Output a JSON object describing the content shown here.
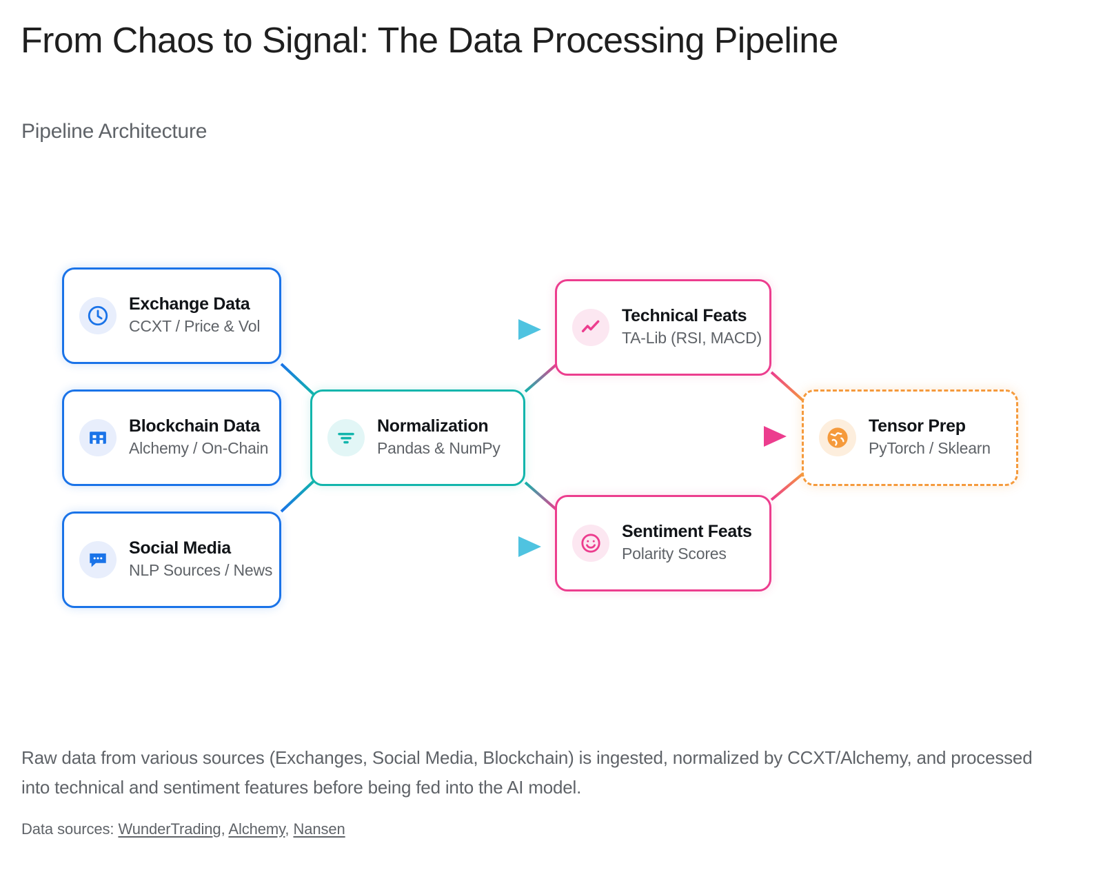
{
  "header": {
    "title": "From Chaos to Signal: The Data Processing Pipeline",
    "subtitle": "Pipeline Architecture"
  },
  "diagram": {
    "nodes": {
      "exchange": {
        "label": "Exchange Data",
        "sub": "CCXT / Price & Vol",
        "icon": "clock-icon",
        "color": "#1a73e8"
      },
      "blockchain": {
        "label": "Blockchain Data",
        "sub": "Alchemy / On-Chain",
        "icon": "building-icon",
        "color": "#1a73e8"
      },
      "social": {
        "label": "Social Media",
        "sub": "NLP Sources / News",
        "icon": "chat-bubble-icon",
        "color": "#1a73e8"
      },
      "normalize": {
        "label": "Normalization",
        "sub": "Pandas & NumPy",
        "icon": "filter-icon",
        "color": "#12b5ac"
      },
      "technical": {
        "label": "Technical Feats",
        "sub": "TA-Lib (RSI, MACD)",
        "icon": "trending-up-icon",
        "color": "#ec3d8e"
      },
      "sentiment": {
        "label": "Sentiment Feats",
        "sub": "Polarity Scores",
        "icon": "smiley-face-icon",
        "color": "#ec3d8e"
      },
      "tensor": {
        "label": "Tensor Prep",
        "sub": "PyTorch / Sklearn",
        "icon": "globe-icon",
        "color": "#f59a3c"
      }
    },
    "arrow_markers": [
      {
        "name": "arrow-to-technical",
        "color": "#4fc3e0"
      },
      {
        "name": "arrow-to-sentiment",
        "color": "#4fc3e0"
      },
      {
        "name": "arrow-to-tensor",
        "color": "#ec3d8e"
      }
    ]
  },
  "footer": {
    "caption": "Raw data from various sources (Exchanges, Social Media, Blockchain) is ingested, normalized by CCXT/Alchemy, and processed into technical and sentiment features before being fed into the AI model.",
    "sources_label": "Data sources: ",
    "sources": [
      {
        "name": "WunderTrading"
      },
      {
        "name": "Alchemy"
      },
      {
        "name": "Nansen"
      }
    ],
    "sep1": ", ",
    "sep2": ", "
  }
}
